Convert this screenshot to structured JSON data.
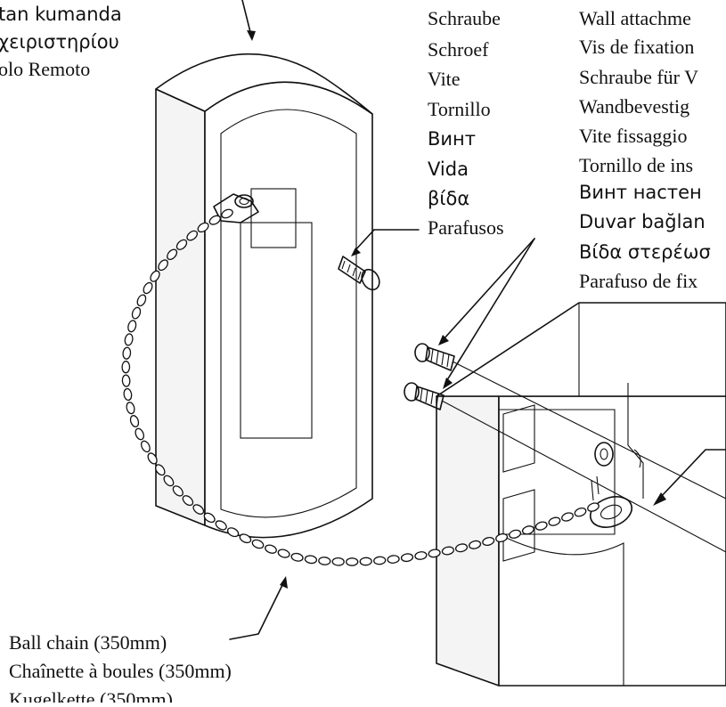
{
  "labels": {
    "holder_top": [
      "tan kumanda",
      "χειριστηρίου",
      "olo Remoto"
    ],
    "screw_names": [
      "Schraube",
      "Schroef",
      "Vite",
      "Tornillo",
      "Винт",
      "Vida",
      "βίδα",
      "Parafusos"
    ],
    "wall_screw_names": [
      "Wall attachme",
      "Vis de fixation",
      "Schraube für V",
      "Wandbevestig",
      "Vite fissaggio",
      "Tornillo de ins",
      "Винт настен",
      "Duvar bağlan",
      "Βίδα στερέωσ",
      "Parafuso de fix"
    ],
    "ball_chain": [
      "Ball chain (350mm)",
      "Chaînette à boules (350mm)",
      "Kugelkette (350mm)"
    ]
  }
}
